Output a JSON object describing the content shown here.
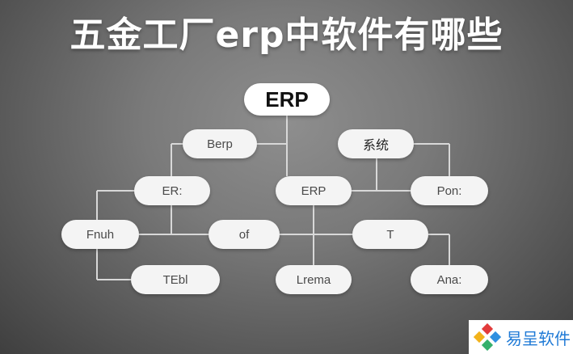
{
  "title": "五金工厂erp中软件有哪些",
  "diagram": {
    "root": "ERP",
    "nodes": {
      "berp": "Berp",
      "xitong": "系统",
      "er": "ER:",
      "erp2": "ERP",
      "pon": "Pon:",
      "fnuh": "Fnuh",
      "of": "of",
      "t": "T",
      "tebl": "TEbl",
      "lrema": "Lrema",
      "anna": "Ana:"
    }
  },
  "watermark": {
    "text": "易呈软件",
    "colors": [
      "#e23b3b",
      "#f2b21a",
      "#2f8fe0",
      "#35b06c"
    ]
  }
}
